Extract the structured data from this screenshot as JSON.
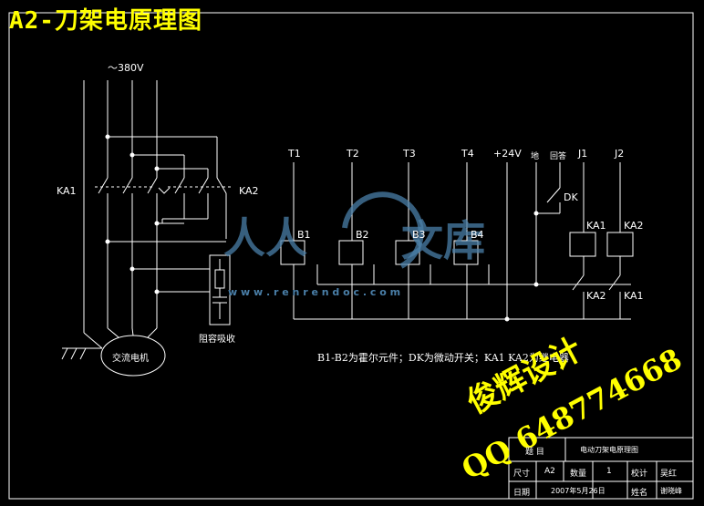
{
  "title": "A2-刀架电原理图",
  "labels": {
    "voltage": "～380V",
    "ka1_left": "KA1",
    "ka2_left": "KA2",
    "motor": "交流电机",
    "rc": "阻容吸收",
    "t1": "T1",
    "t2": "T2",
    "t3": "T3",
    "t4": "T4",
    "v24": "+24V",
    "gnd": "地",
    "hui": "回答",
    "j1": "J1",
    "j2": "J2",
    "dk": "DK",
    "ka1_coil": "KA1",
    "ka2_coil": "KA2",
    "ka2_contact": "KA2",
    "ka1_contact": "KA1",
    "b1": "B1",
    "b2": "B2",
    "b3": "B3",
    "b4": "B4",
    "note": "B1-B2为霍尔元件；DK为微动开关；KA1  KA2为继电器"
  },
  "watermark": {
    "site": "w w w . r e n r e n d o c . c o m",
    "brand1": "人人",
    "brand2": "文库",
    "design": "俊辉设计",
    "qq": "QQ 648774668"
  },
  "title_block": {
    "c1": "题  目",
    "c2": "电动刀架电原理图",
    "r2a": "尺寸",
    "r2b": "A2",
    "r2c": "数量",
    "r2d": "1",
    "r2e": "校计",
    "r2f": "吴红",
    "r3a": "日期",
    "r3b": "2007年5月26日",
    "r3c": "姓名",
    "r3d": "谢晓峰"
  }
}
